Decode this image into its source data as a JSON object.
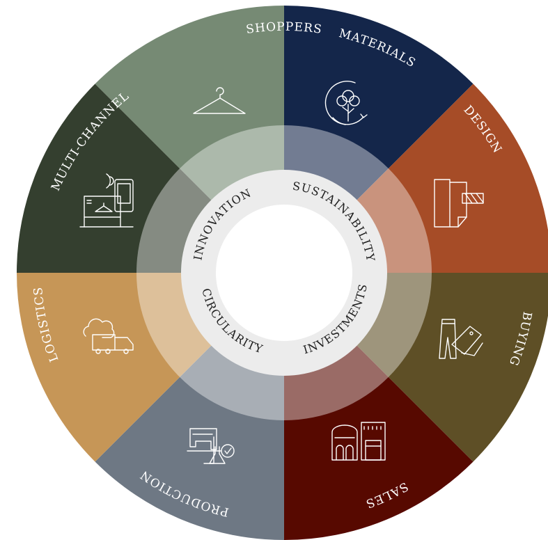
{
  "segments": [
    {
      "id": "shoppers",
      "label": "SHOPPERS",
      "icon": "hanger-icon",
      "color": "#768a74"
    },
    {
      "id": "materials",
      "label": "MATERIALS",
      "icon": "cotton-plant-cycle-icon",
      "color": "#14264a"
    },
    {
      "id": "design",
      "label": "DESIGN",
      "icon": "fabric-roll-pattern-icon",
      "color": "#a64c27"
    },
    {
      "id": "buying",
      "label": "BUYING",
      "icon": "garment-tags-icon",
      "color": "#5e4f26"
    },
    {
      "id": "sales",
      "label": "SALES",
      "icon": "storefront-icon",
      "color": "#570900"
    },
    {
      "id": "production",
      "label": "PRODUCTION",
      "icon": "sewing-machine-flask-icon",
      "color": "#6e7884"
    },
    {
      "id": "logistics",
      "label": "LOGISTICS",
      "icon": "cloud-delivery-truck-icon",
      "color": "#c69657"
    },
    {
      "id": "multi-channel",
      "label": "MULTI-CHANNEL",
      "icon": "store-mobile-icon",
      "color": "#343f2f"
    }
  ],
  "themes": [
    {
      "id": "innovation",
      "label": "INNOVATION"
    },
    {
      "id": "sustainability",
      "label": "SUSTAINABILITY"
    },
    {
      "id": "investments",
      "label": "INVESTMENTS"
    },
    {
      "id": "circularity",
      "label": "CIRCULARITY"
    }
  ],
  "colors": {
    "background": "#ffffff",
    "theme_ring": "#ececec",
    "theme_text": "#1e1e1e",
    "segment_text": "#ffffff"
  }
}
